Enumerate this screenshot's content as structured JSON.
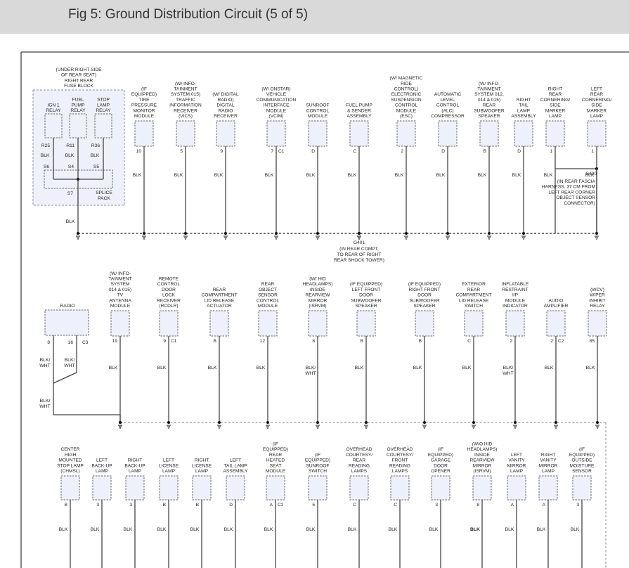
{
  "page": {
    "title": "Fig 5: Ground Distribution Circuit (5 of 5)",
    "wire_color": "BLK"
  },
  "fuse_block": {
    "label": [
      "(UNDER RIGHT SIDE",
      "OF REAR SEAT)",
      "RIGHT REAR",
      "FUSE BLOCK"
    ],
    "relays": [
      {
        "name": [
          "IGN 1",
          "RELAY"
        ],
        "cavity": "R25",
        "splice": "S6"
      },
      {
        "name": [
          "FUEL",
          "PUMP",
          "RELAY"
        ],
        "cavity": "R11",
        "splice": "S4"
      },
      {
        "name": [
          "STOP",
          "LAMP",
          "RELAY"
        ],
        "cavity": "R36",
        "splice": "S5"
      }
    ],
    "splice_pack": {
      "id": "S7",
      "label": [
        "SPLICE",
        "PACK"
      ]
    }
  },
  "row1": {
    "components": [
      {
        "label": [
          "(IF",
          "EQUIPPED)",
          "TIRE",
          "PRESSURE",
          "MONITOR",
          "MODULE"
        ],
        "pin": "10",
        "conn": "",
        "wire": "BLK"
      },
      {
        "label": [
          "(W/ INFO-",
          "TAINMENT",
          "SYSTEM 015)",
          "TRAFFIC",
          "INFORMATION",
          "RECEIVER",
          "(VICS)"
        ],
        "pin": "5",
        "conn": "",
        "wire": "BLK"
      },
      {
        "label": [
          "(W/ DIGITAL",
          "RADIO)",
          "DIGITAL",
          "RADIO",
          "RECEIVER"
        ],
        "pin": "9",
        "conn": "",
        "wire": "BLK"
      },
      {
        "label": [
          "(W/ ONSTAR)",
          "VEHICLE",
          "COMMUNICATION",
          "INTERFACE",
          "MODULE",
          "(VCIM)"
        ],
        "pin": "7",
        "conn": "C1",
        "wire": "BLK"
      },
      {
        "label": [
          "SUNROOF",
          "CONTROL",
          "MODULE"
        ],
        "pin": "D",
        "conn": "",
        "wire": "BLK"
      },
      {
        "label": [
          "FUEL PUMP",
          "& SENDER",
          "ASSEMBLY"
        ],
        "pin": "C",
        "conn": "",
        "wire": "BLK"
      },
      {
        "label": [
          "(W/ MAGNETIC",
          "RIDE",
          "CONTROL)",
          "ELECTRONIC",
          "SUSPENSION",
          "CONTROL",
          "MODULE",
          "(ESC)"
        ],
        "pin": "2",
        "conn": "",
        "wire": "BLK"
      },
      {
        "label": [
          "AUTOMATIC",
          "LEVEL",
          "CONTROL",
          "(ALC)",
          "COMPRESSOR"
        ],
        "pin": "D",
        "conn": "",
        "wire": "BLK"
      },
      {
        "label": [
          "(W/ INFO-",
          "TAINMENT",
          "SYSTEM 012,",
          "014 & 015)",
          "REAR",
          "SUBWOOFER",
          "SPEAKER"
        ],
        "pin": "B",
        "conn": "",
        "wire": "BLK"
      },
      {
        "label": [
          "RIGHT",
          "TAIL",
          "LAMP",
          "ASSEMBLY"
        ],
        "pin": "D",
        "conn": "",
        "wire": "BLK"
      },
      {
        "label": [
          "RIGHT",
          "REAR",
          "CORNERING/",
          "SIDE",
          "MARKER",
          "LAMP"
        ],
        "pin": "1",
        "conn": "",
        "wire": "BLK"
      },
      {
        "label": [
          "LEFT",
          "REAR",
          "CORNERING/",
          "SIDE",
          "MARKER",
          "LAMP"
        ],
        "pin": "1",
        "conn": "",
        "wire": "BLK"
      }
    ],
    "fuse_block_wire": "BLK",
    "s400": {
      "id": "S400",
      "label": [
        "(IN REAR FASCIA",
        "HARNESS, 37 CM FROM",
        "LEFT REAR CORNER",
        "OBJECT SENSOR",
        "CONNECTOR)"
      ]
    },
    "ground": {
      "id": "G401",
      "label": [
        "(IN REAR COMPT,",
        "TO REAR OF RIGHT",
        "REAR SHOCK TOWER)"
      ]
    }
  },
  "row2": {
    "radio": {
      "label": "RADIO",
      "pin_a": "8",
      "pin_b": "16",
      "conn": "C3",
      "wire_a": [
        "BLK/",
        "WHT"
      ],
      "wire_b": [
        "BLK/",
        "WHT"
      ],
      "wire_joined": [
        "BLK/",
        "WHT"
      ]
    },
    "components": [
      {
        "label": [
          "(W/ INFO-",
          "TAINMENT",
          "SYSTEM",
          "014 & 015)",
          "TV",
          "ANTENNA",
          "MODULE"
        ],
        "pin": "19",
        "conn": "",
        "wire": [
          "BLK"
        ]
      },
      {
        "label": [
          "REMOTE",
          "CONTROL",
          "DOOR",
          "LOCK",
          "RECEIVER",
          "(RCDLR)"
        ],
        "pin": "9",
        "conn": "C1",
        "wire": [
          "BLK"
        ]
      },
      {
        "label": [
          "REAR",
          "COMPARTMENT",
          "LID RELEASE",
          "ACTUATOR"
        ],
        "pin": "B",
        "conn": "",
        "wire": [
          "BLK"
        ]
      },
      {
        "label": [
          "REAR",
          "OBJECT",
          "SENSOR",
          "CONTROL",
          "MODULE"
        ],
        "pin": "12",
        "conn": "",
        "wire": [
          "BLK"
        ]
      },
      {
        "label": [
          "(W/ HID",
          "HEADLAMPS)",
          "INSIDE",
          "REARVIEW",
          "MIRROR",
          "(ISRVM)"
        ],
        "pin": "8",
        "conn": "",
        "wire": [
          "BLK/",
          "WHT"
        ]
      },
      {
        "label": [
          "(IF EQUIPPED)",
          "LEFT FRONT",
          "DOOR",
          "SUBWOOFER",
          "SPEAKER"
        ],
        "pin": "B",
        "conn": "",
        "wire": [
          "BLK"
        ]
      },
      {
        "label": [
          "(IF EQUIPPED)",
          "RIGHT FRONT",
          "DOOR",
          "SUBWOOFER",
          "SPEAKER"
        ],
        "pin": "B",
        "conn": "",
        "wire": [
          "BLK"
        ]
      },
      {
        "label": [
          "EXTERIOR",
          "REAR",
          "COMPARTMENT",
          "LID RELEASE",
          "SWITCH"
        ],
        "pin": "C",
        "conn": "",
        "wire": [
          "BLK"
        ]
      },
      {
        "label": [
          "INFLATABLE",
          "RESTRAINT",
          "I/P",
          "MODULE",
          "INDICATOR"
        ],
        "pin": "2",
        "conn": "",
        "wire": [
          "BLK/",
          "WHT"
        ]
      },
      {
        "label": [
          "AUDIO",
          "AMPLIFIER"
        ],
        "pin": "2",
        "conn": "C2",
        "wire": [
          "BLK"
        ]
      },
      {
        "label": [
          "(WCV)",
          "WIPER",
          "INHIBIT",
          "RELAY"
        ],
        "pin": "85",
        "conn": "",
        "wire": [
          "BLK"
        ]
      }
    ]
  },
  "row3": {
    "components": [
      {
        "label": [
          "CENTER",
          "HIGH",
          "MOUNTED",
          "STOP LAMP",
          "(CHMSL)"
        ],
        "pin": "B",
        "conn": "",
        "wire": "BLK",
        "bold": false
      },
      {
        "label": [
          "LEFT",
          "BACK-UP",
          "LAMP"
        ],
        "pin": "3",
        "conn": "",
        "wire": "BLK",
        "bold": false
      },
      {
        "label": [
          "RIGHT",
          "BACK-UP",
          "LAMP"
        ],
        "pin": "3",
        "conn": "",
        "wire": "BLK",
        "bold": false
      },
      {
        "label": [
          "LEFT",
          "LICENSE",
          "LAMP"
        ],
        "pin": "B",
        "conn": "",
        "wire": "BLK",
        "bold": false
      },
      {
        "label": [
          "RIGHT",
          "LICENSE",
          "LAMP"
        ],
        "pin": "B",
        "conn": "",
        "wire": "BLK",
        "bold": false
      },
      {
        "label": [
          "LEFT",
          "TAIL LAMP",
          "ASSEMBLY"
        ],
        "pin": "D",
        "conn": "",
        "wire": "BLK",
        "bold": false
      },
      {
        "label": [
          "(IF",
          "EQUIPPED)",
          "REAR",
          "HEATED",
          "SEAT",
          "MODULE"
        ],
        "pin": "A",
        "conn": "C2",
        "wire": "BLK",
        "bold": false
      },
      {
        "label": [
          "(IF",
          "EQUIPPED)",
          "SUNROOF",
          "SWITCH"
        ],
        "pin": "5",
        "conn": "",
        "wire": "BLK",
        "bold": false
      },
      {
        "label": [
          "OVERHEAD",
          "COURTESY/",
          "REAR",
          "READING",
          "LAMPS"
        ],
        "pin": "C",
        "conn": "",
        "wire": "BLK",
        "bold": false
      },
      {
        "label": [
          "OVERHEAD",
          "COURTESY/",
          "FRONT",
          "READING",
          "LAMPS"
        ],
        "pin": "C",
        "conn": "",
        "wire": "BLK",
        "bold": false
      },
      {
        "label": [
          "(IF",
          "EQUIPPED)",
          "GARAGE",
          "DOOR",
          "OPENER"
        ],
        "pin": "3",
        "conn": "",
        "wire": "BLK",
        "bold": false
      },
      {
        "label": [
          "(W/O HID",
          "HEADLAMPS)",
          "INSIDE",
          "REARVIEW",
          "MIRROR",
          "(ISRVM)"
        ],
        "pin": "8",
        "conn": "",
        "wire": "BLK",
        "bold": true
      },
      {
        "label": [
          "LEFT",
          "VANITY",
          "MIRROR",
          "LAMP"
        ],
        "pin": "A",
        "conn": "",
        "wire": "BLK",
        "bold": false
      },
      {
        "label": [
          "RIGHT",
          "VANITY",
          "MIRROR",
          "LAMP"
        ],
        "pin": "A",
        "conn": "",
        "wire": "BLK",
        "bold": false
      },
      {
        "label": [
          "(IF",
          "EQUIPPED)",
          "OUTSIDE",
          "MOISTURE",
          "SENSOR"
        ],
        "pin": "3",
        "conn": "",
        "wire": "BLK",
        "bold": false
      }
    ]
  },
  "colors": {
    "header_bg": "#d9d9d9",
    "component_fill": "#eef1fb",
    "line": "#444444"
  }
}
